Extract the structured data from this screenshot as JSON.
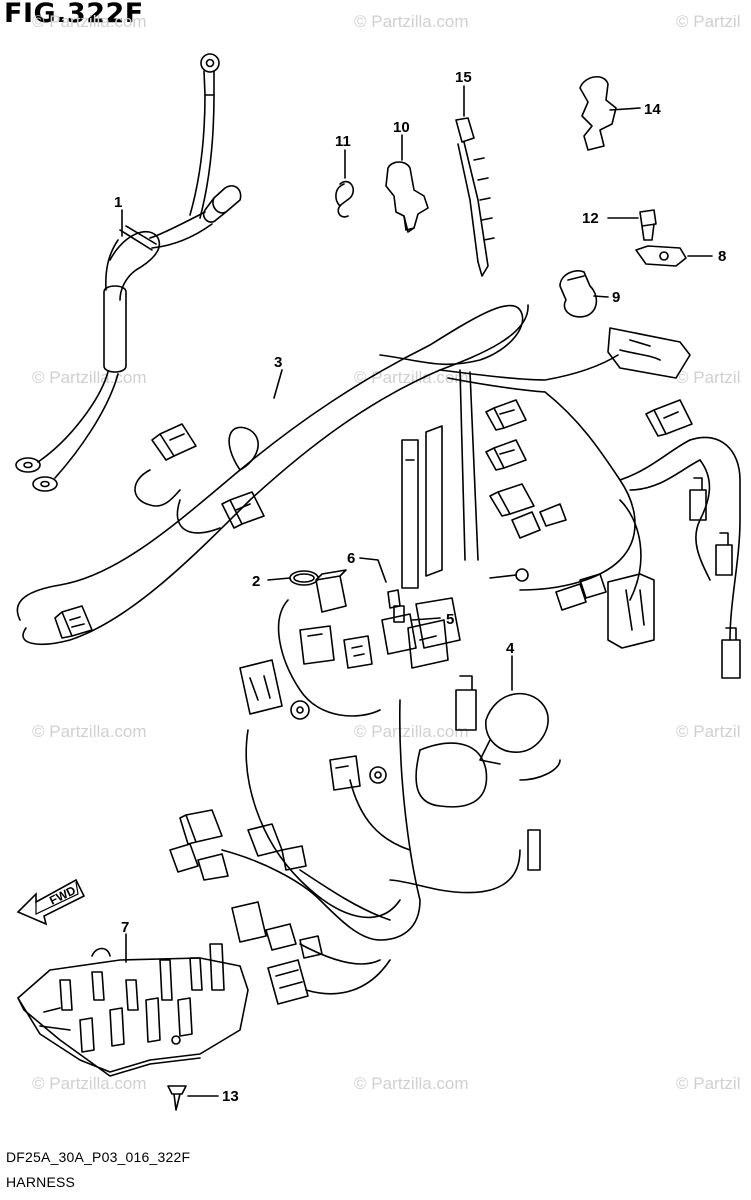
{
  "figure": {
    "title": "FIG.322F"
  },
  "footer": {
    "code": "DF25A_30A_P03_016_322F",
    "name": "HARNESS"
  },
  "watermark": {
    "text": "© Partzilla.com",
    "short_text": "© Partzil",
    "color": "#d0d0d0"
  },
  "direction_arrow": {
    "label": "FWD"
  },
  "callouts": [
    "1",
    "2",
    "3",
    "4",
    "5",
    "6",
    "7",
    "8",
    "9",
    "10",
    "11",
    "12",
    "13",
    "14",
    "15"
  ]
}
